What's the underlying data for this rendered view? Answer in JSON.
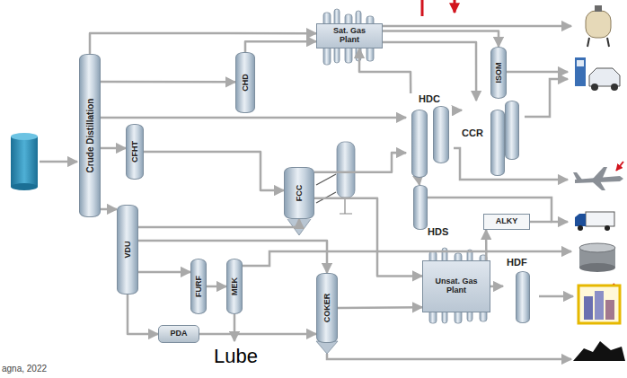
{
  "diagram": {
    "nodes": [
      {
        "text": [
          "Crude Distillation"
        ]
      },
      {
        "text": [
          "Sat. Gas Plant"
        ]
      },
      {
        "text": [
          "CHD"
        ]
      },
      {
        "text": [
          "ISOM"
        ]
      },
      {
        "text": [
          "HDC"
        ]
      },
      {
        "text": [
          "CCR"
        ]
      },
      {
        "text": [
          "CFHT"
        ]
      },
      {
        "text": [
          "FCC"
        ]
      },
      {
        "text": [
          "HDS"
        ]
      },
      {
        "text": [
          "ALKY"
        ]
      },
      {
        "text": [
          "VDU"
        ]
      },
      {
        "text": [
          "FURF"
        ]
      },
      {
        "text": [
          "MEK"
        ]
      },
      {
        "text": [
          "COKER"
        ]
      },
      {
        "text": [
          "Unsat. Gas Plant"
        ]
      },
      {
        "text": [
          "HDF"
        ]
      },
      {
        "text": [
          "PDA"
        ]
      }
    ],
    "edges": [
      {
        "from": 0,
        "to": 1,
        "arrow": "to"
      },
      {
        "from": 0,
        "to": 2,
        "arrow": "to"
      },
      {
        "from": 2,
        "to": 1,
        "arrow": "to"
      },
      {
        "from": 1,
        "to": 3,
        "arrow": "to"
      },
      {
        "from": 1,
        "to": 5,
        "arrow": "to"
      },
      {
        "from": 4,
        "to": 1,
        "arrow": "to"
      },
      {
        "from": 0,
        "to": 4,
        "arrow": "to"
      },
      {
        "from": 0,
        "to": 6,
        "arrow": "to"
      },
      {
        "from": 6,
        "to": 7,
        "arrow": "to"
      },
      {
        "from": 7,
        "to": 4,
        "arrow": "to"
      },
      {
        "from": 4,
        "to": 5,
        "arrow": "to"
      },
      {
        "from": 4,
        "to": 8,
        "arrow": "to"
      },
      {
        "from": 7,
        "to": 14,
        "arrow": "to"
      },
      {
        "from": 0,
        "to": 10,
        "arrow": "to"
      },
      {
        "from": 10,
        "to": 11,
        "arrow": "to"
      },
      {
        "from": 11,
        "to": 12,
        "arrow": "to"
      },
      {
        "from": 10,
        "to": 16,
        "arrow": "to"
      },
      {
        "from": 16,
        "to": 13,
        "arrow": "to"
      },
      {
        "from": 10,
        "to": 13,
        "arrow": "to"
      },
      {
        "from": 10,
        "to": 7,
        "arrow": "to"
      },
      {
        "from": 13,
        "to": 14,
        "arrow": "to"
      },
      {
        "from": 14,
        "to": 9,
        "arrow": "to"
      },
      {
        "from": 14,
        "to": 15,
        "arrow": "to"
      }
    ],
    "labels": [
      "Lube",
      "agna, 2022"
    ]
  }
}
